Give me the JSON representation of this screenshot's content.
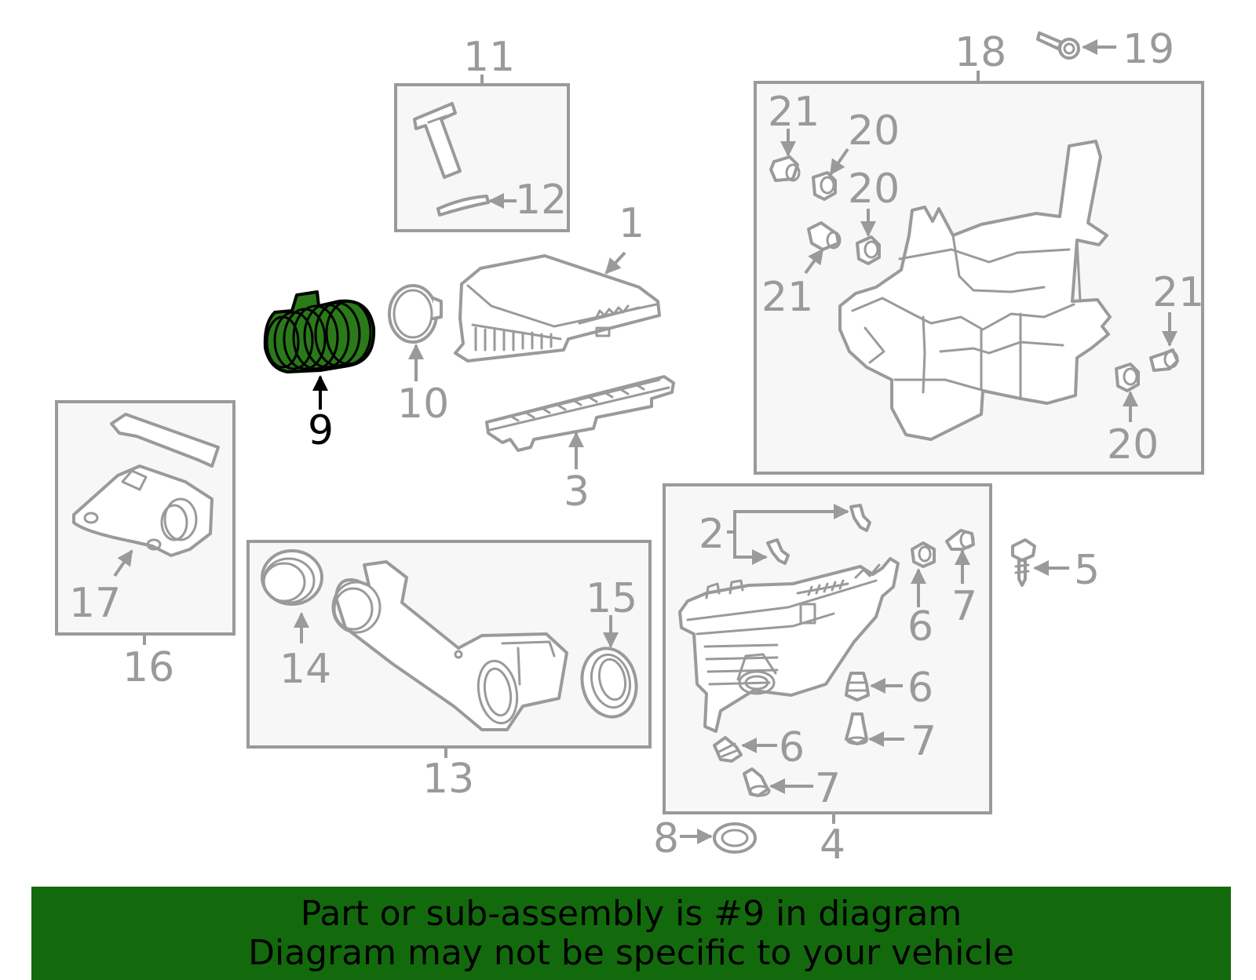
{
  "callouts": {
    "c1": "1",
    "c2": "2",
    "c3": "3",
    "c4": "4",
    "c5": "5",
    "c6a": "6",
    "c6b": "6",
    "c6c": "6",
    "c7a": "7",
    "c7b": "7",
    "c7c": "7",
    "c8": "8",
    "c9": "9",
    "c10": "10",
    "c11": "11",
    "c12": "12",
    "c13": "13",
    "c14": "14",
    "c15": "15",
    "c16": "16",
    "c17": "17",
    "c18": "18",
    "c19": "19",
    "c20a": "20",
    "c20b": "20",
    "c20c": "20",
    "c21a": "21",
    "c21b": "21",
    "c21c": "21"
  },
  "highlighted_part": "9",
  "colors": {
    "highlight": "#2a7a1a",
    "banner": "#136a0d",
    "line": "#9a9a9a"
  },
  "banner": {
    "line1": "Part or sub-assembly is #9 in diagram",
    "line2": "Diagram may not be specific to your vehicle"
  }
}
